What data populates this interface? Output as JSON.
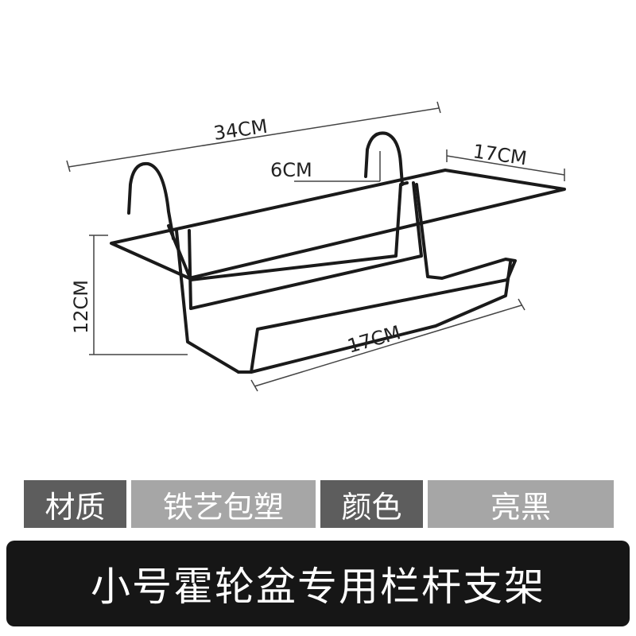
{
  "diagram": {
    "dimensions": {
      "width": "34CM",
      "hook": "6CM",
      "depth_top": "17CM",
      "height": "12CM",
      "depth_bottom": "17CM"
    },
    "wire_color": "#1a1a1a"
  },
  "specs": {
    "material_label": "材质",
    "material_value": "铁艺包塑",
    "color_label": "颜色",
    "color_value": "亮黑"
  },
  "title": "小号霍轮盆专用栏杆支架"
}
